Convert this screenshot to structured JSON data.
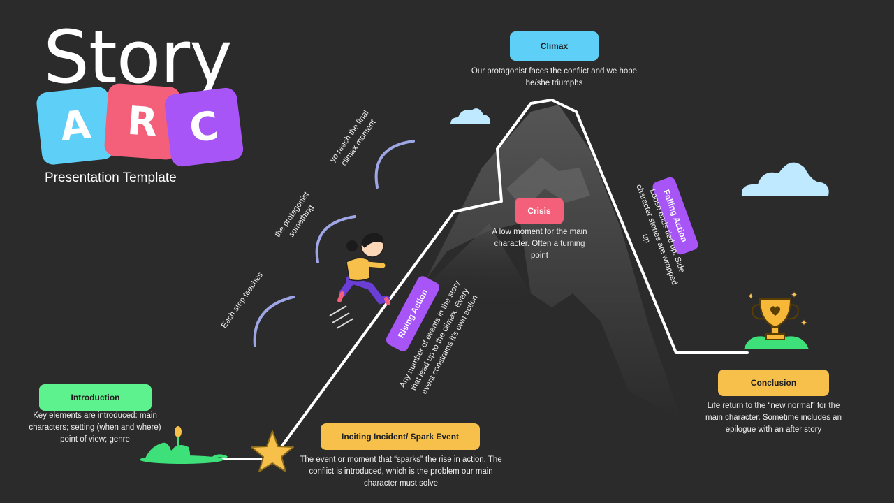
{
  "title": {
    "word": "Story",
    "letters": [
      "A",
      "R",
      "C"
    ],
    "subtitle": "Presentation Template"
  },
  "colors": {
    "background": "#2b2b2b",
    "blue": "#5ed0f7",
    "pink": "#f4607a",
    "purple": "#a855f7",
    "green": "#5ef28e",
    "yellow": "#f7c04a",
    "mountain": "#4a4a4a",
    "arc_line": "#9ea6e6"
  },
  "stages": {
    "introduction": {
      "label": "Introduction",
      "text": "Key elements are introduced: main characters; setting (when and where) point of view; genre"
    },
    "inciting": {
      "label": "Inciting Incident/ Spark Event",
      "text": "The event or moment that “sparks” the rise in action. The conflict is introduced, which is the problem our main character must solve"
    },
    "rising": {
      "label": "Rising Action",
      "text": "Any number of events in the story that lead up to the climax. Every event constrains it's own action"
    },
    "crisis": {
      "label": "Crisis",
      "text": "A low moment for the main character. Often a turning point"
    },
    "climax": {
      "label": "Climax",
      "text": "Our protagonist faces the conflict and we hope he/she triumphs"
    },
    "falling": {
      "label": "Falling Action",
      "text": "Loose ends tied up. Side character stories are wrapped up"
    },
    "conclusion": {
      "label": "Conclusion",
      "text": "Life return to the “new normal” for the main character. Sometime includes an epilogue with an after story"
    }
  },
  "arc_notes": [
    "Each step teaches",
    "the protagonist something",
    "yo reach the final climax moment"
  ],
  "icons": [
    "star-icon",
    "trophy-icon",
    "cloud-icon",
    "running-girl-icon",
    "plant-icon"
  ]
}
